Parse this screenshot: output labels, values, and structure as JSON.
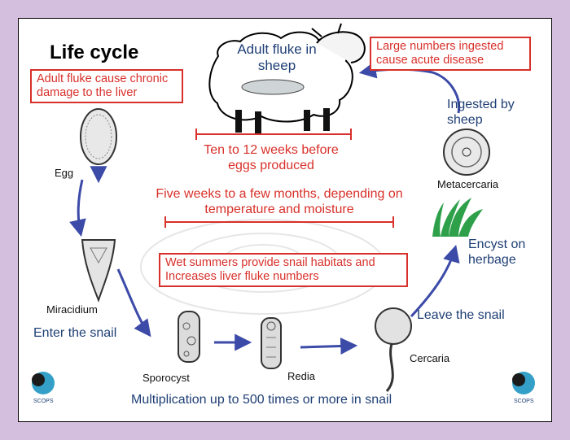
{
  "title": "Life cycle",
  "labels": {
    "adult_fluke": "Adult fluke in sheep",
    "ten_weeks": "Ten to 12 weeks before eggs produced",
    "five_weeks": "Five weeks to a few months, depending on temperature and moisture",
    "ingested": "Ingested by sheep",
    "encyst": "Encyst on herbage",
    "leave_snail": "Leave the snail",
    "enter_snail": "Enter the snail",
    "multiplication": "Multiplication up to 500 times or more in snail"
  },
  "boxes": {
    "chronic": "Adult fluke cause chronic damage to the liver",
    "acute": "Large numbers ingested cause acute disease",
    "wet_summers": "Wet summers provide snail habitats and Increases liver fluke numbers"
  },
  "stages": {
    "egg": "Egg",
    "miracidium": "Miracidium",
    "sporocyst": "Sporocyst",
    "redia": "Redia",
    "cercaria": "Cercaria",
    "metacercaria": "Metacercaria"
  },
  "logo_text": "SCOPS",
  "colors": {
    "background": "#d4bfde",
    "arrow": "#3c4aa8",
    "red": "#d8302a",
    "blue_text": "#1f3f75"
  }
}
